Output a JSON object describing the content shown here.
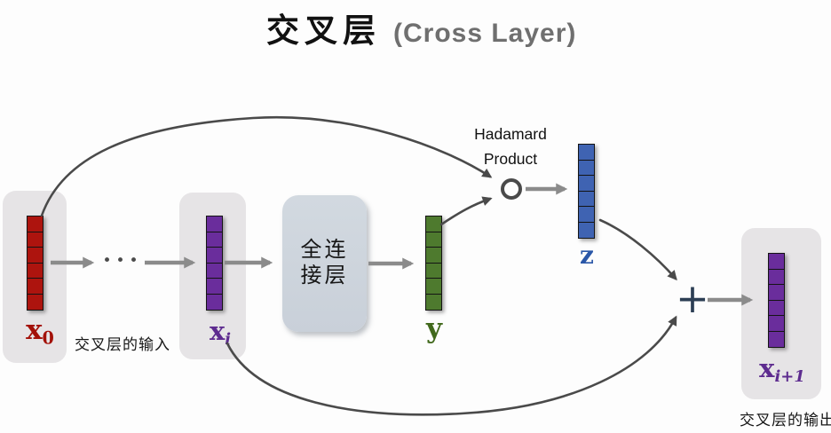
{
  "title": {
    "zh": "交叉层",
    "en": "(Cross Layer)"
  },
  "hadamard": {
    "line1": "Hadamard",
    "line2": "Product"
  },
  "captions": {
    "input": "交叉层的输入",
    "output": "交叉层的输出"
  },
  "fc_box": {
    "line1": "全连",
    "line2": "接层"
  },
  "operators": {
    "plus": "+",
    "ellipsis": "•••"
  },
  "vectors": {
    "x0": {
      "base": "x",
      "sub": "0",
      "cells": 6,
      "fill": "#ad140e",
      "label_color": "#a31109"
    },
    "xi": {
      "base": "x",
      "sub": "i",
      "cells": 6,
      "fill": "#6a2d9c",
      "label_color": "#5d2b8f"
    },
    "y": {
      "base": "y",
      "sub": "",
      "cells": 6,
      "fill": "#4e7a2e",
      "label_color": "#41691c"
    },
    "z": {
      "base": "z",
      "sub": "",
      "cells": 6,
      "fill": "#3f63b2",
      "label_color": "#2a57a8"
    },
    "xi1": {
      "base": "x",
      "sub": "i+1",
      "cells": 6,
      "fill": "#6a2d9c",
      "label_color": "#5d2b8f"
    }
  },
  "colors": {
    "arrow_gray": "#8b8b8b",
    "curve_dark": "#4a4a4a",
    "plus": "#2c3e54",
    "title_en": "#6f6f6f"
  }
}
